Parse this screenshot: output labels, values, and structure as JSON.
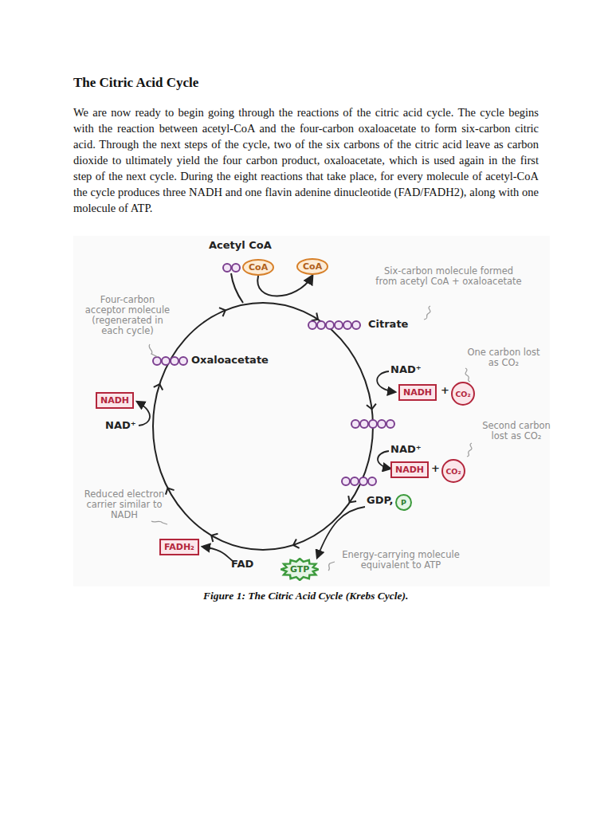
{
  "diagram": {
    "title": "The Citric Acid Cycle",
    "caption": "Figure 1: The Citric Acid Cycle (Krebs Cycle).",
    "nodes": [
      {
        "text": [
          "CoA"
        ]
      },
      {
        "text": [
          "CoA"
        ]
      },
      {
        "text": [
          "NADH"
        ]
      },
      {
        "text": [
          "CO₂"
        ]
      },
      {
        "text": [
          "NADH"
        ]
      },
      {
        "text": [
          "CO₂"
        ]
      },
      {
        "text": [
          "P"
        ]
      },
      {
        "text": [
          "GTP"
        ]
      },
      {
        "text": [
          "FADH₂"
        ]
      },
      {
        "text": [
          "NADH"
        ]
      }
    ],
    "edges": [
      {
        "from": 0,
        "to": 1,
        "arrow": "to"
      }
    ],
    "labels": [
      "We are now ready to begin going through the reactions of the citric acid cycle. The cycle begins with the reaction between acetyl-CoA and the four-carbon oxaloacetate to form six-carbon citric acid. Through the next steps of the cycle, two of the six carbons of the citric acid leave as carbon dioxide to ultimately yield the four carbon product, oxaloacetate, which is used again in the first step of the next cycle. During the eight reactions that take place, for every molecule of acetyl-CoA the cycle produces three NADH and one flavin adenine dinucleotide (FAD/FADH2), along with one molecule of ATP.",
      "Acetyl CoA",
      "Six-carbon molecule formed from acetyl CoA + oxaloacetate",
      "Citrate",
      "One carbon lost as CO₂",
      "NAD⁺",
      "+",
      "Second carbon lost as CO₂",
      "NAD⁺",
      "+",
      "GDP,",
      "Energy-carrying molecule equivalent to ATP",
      "FAD",
      "Reduced electron carrier similar to NADH",
      "NAD⁺",
      "Oxaloacetate",
      "Four-carbon acceptor molecule (regenerated in each cycle)"
    ]
  }
}
